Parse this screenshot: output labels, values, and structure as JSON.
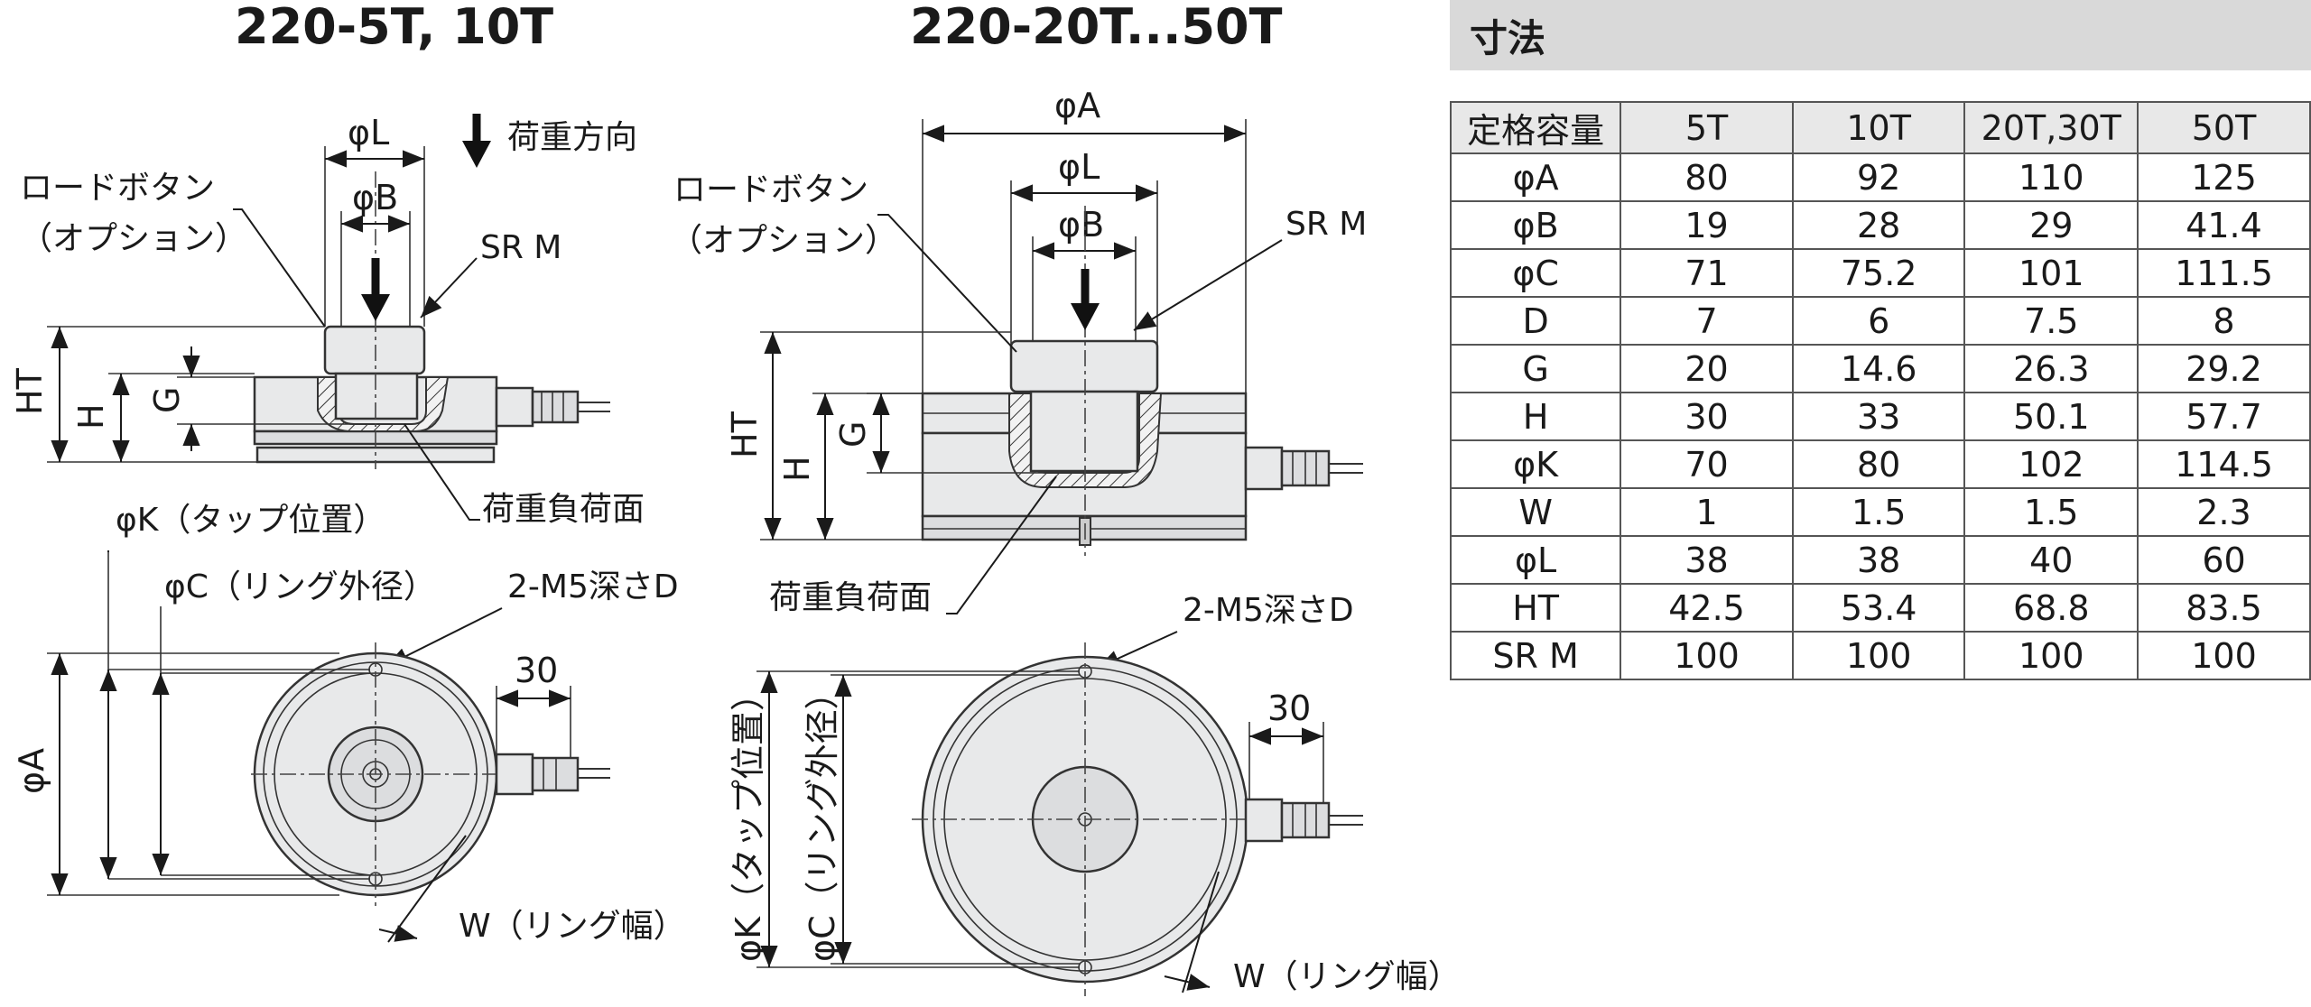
{
  "drawing_small": {
    "title": "220-5T, 10T",
    "load_button": [
      "ロードボタン",
      "（オプション）"
    ],
    "load_direction": "荷重方向",
    "sr_m": "SR M",
    "phi_l": "φL",
    "phi_b": "φB",
    "ht": "HT",
    "h": "H",
    "g": "G",
    "load_surface": "荷重負荷面",
    "phi_k": "φK（タップ位置）",
    "phi_c": "φC（リング外径）",
    "tap": "2-M5深さD",
    "cable_30": "30",
    "phi_a": "φA",
    "ring_width": "W（リング幅）"
  },
  "drawing_large": {
    "title": "220-20T...50T",
    "phi_a": "φA",
    "phi_l": "φL",
    "phi_b": "φB",
    "load_button": [
      "ロードボタン",
      "（オプション）"
    ],
    "sr_m": "SR M",
    "ht": "HT",
    "h": "H",
    "g": "G",
    "load_surface": "荷重負荷面",
    "tap": "2-M5深さD",
    "cable_30": "30",
    "phi_k_vertical": "φK（タップ位置）",
    "phi_c_vertical": "φC（リング外径）",
    "ring_width": "W（リング幅）"
  },
  "spec": {
    "header": "寸法",
    "columns": [
      "定格容量",
      "5T",
      "10T",
      "20T,30T",
      "50T"
    ],
    "rows": [
      [
        "φA",
        "80",
        "92",
        "110",
        "125"
      ],
      [
        "φB",
        "19",
        "28",
        "29",
        "41.4"
      ],
      [
        "φC",
        "71",
        "75.2",
        "101",
        "111.5"
      ],
      [
        "D",
        "7",
        "6",
        "7.5",
        "8"
      ],
      [
        "G",
        "20",
        "14.6",
        "26.3",
        "29.2"
      ],
      [
        "H",
        "30",
        "33",
        "50.1",
        "57.7"
      ],
      [
        "φK",
        "70",
        "80",
        "102",
        "114.5"
      ],
      [
        "W",
        "1",
        "1.5",
        "1.5",
        "2.3"
      ],
      [
        "φL",
        "38",
        "38",
        "40",
        "60"
      ],
      [
        "HT",
        "42.5",
        "53.4",
        "68.8",
        "83.5"
      ],
      [
        "SR M",
        "100",
        "100",
        "100",
        "100"
      ]
    ]
  }
}
